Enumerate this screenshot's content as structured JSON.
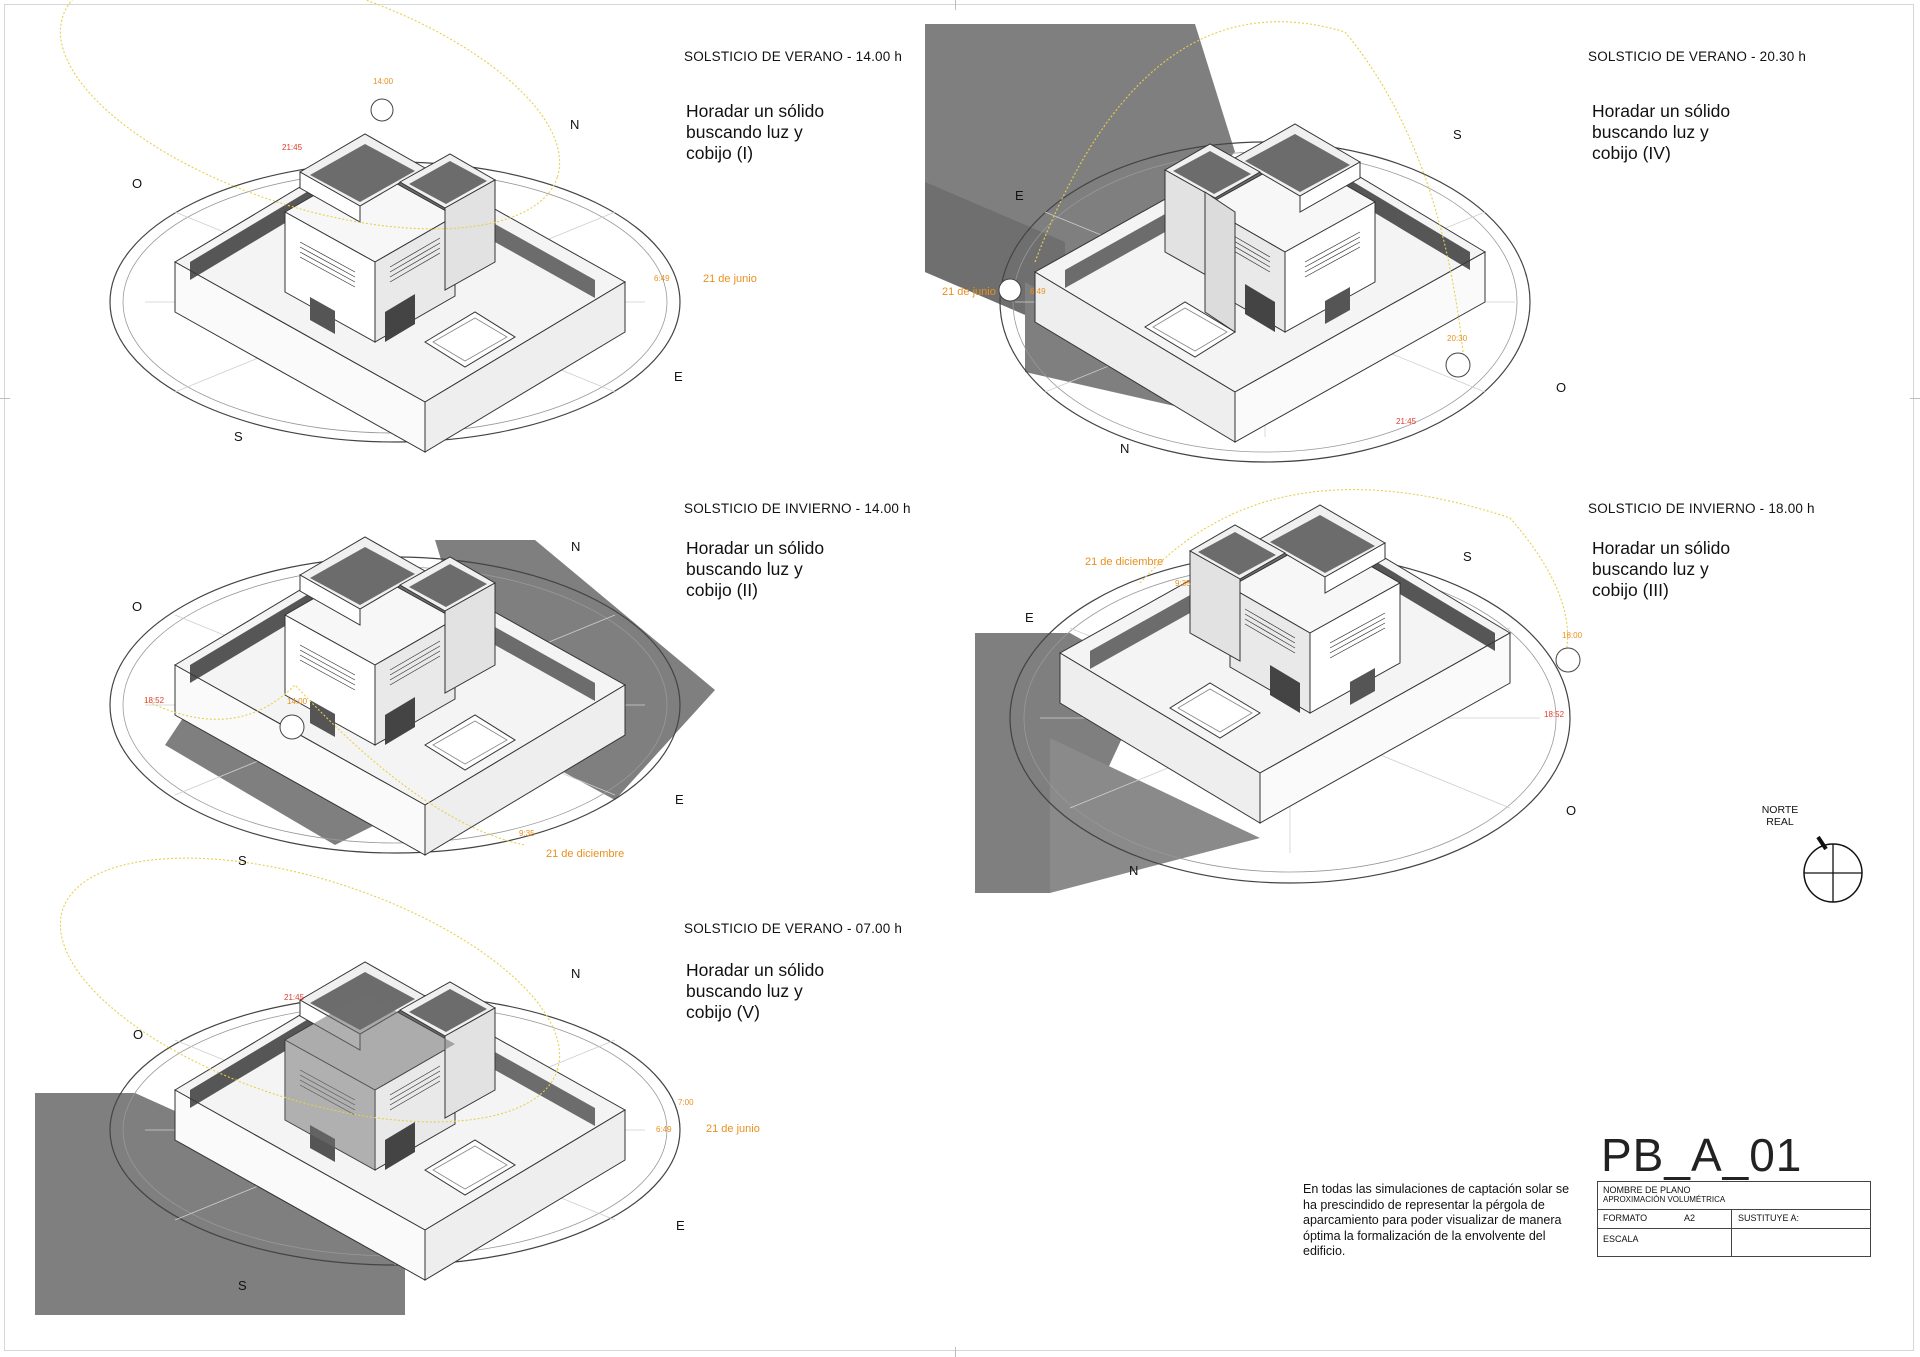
{
  "views": [
    {
      "title": "SOLSTICIO DE VERANO - 14.00 h",
      "caption": [
        "Horadar un sólido",
        "buscando luz y",
        "cobijo (I)"
      ],
      "compass": {
        "n": "N",
        "s": "S",
        "e": "E",
        "o": "O"
      },
      "sun_labels": {
        "hour": "14:00",
        "sunset": "21:45",
        "sunrise": "6:49",
        "date": "21 de junio"
      }
    },
    {
      "title": "SOLSTICIO DE VERANO - 20.30 h",
      "caption": [
        "Horadar un sólido",
        "buscando luz y",
        "cobijo (IV)"
      ],
      "compass": {
        "n": "N",
        "s": "S",
        "e": "E",
        "o": "O"
      },
      "sun_labels": {
        "hour": "20:30",
        "sunset": "21:45",
        "sunrise": "6:49",
        "date": "21 de junio"
      }
    },
    {
      "title": "SOLSTICIO DE INVIERNO - 14.00 h",
      "caption": [
        "Horadar un sólido",
        "buscando luz y",
        "cobijo (II)"
      ],
      "compass": {
        "n": "N",
        "s": "S",
        "e": "E",
        "o": "O"
      },
      "sun_labels": {
        "hour": "14:00",
        "sunset": "18:52",
        "sunrise": "9:35",
        "date": "21 de diciembre"
      }
    },
    {
      "title": "SOLSTICIO DE INVIERNO - 18.00 h",
      "caption": [
        "Horadar un sólido",
        "buscando luz y",
        "cobijo (III)"
      ],
      "compass": {
        "n": "N",
        "s": "S",
        "e": "E",
        "o": "O"
      },
      "sun_labels": {
        "hour": "18:00",
        "sunset": "18:52",
        "sunrise": "9:35",
        "date": "21 de diciembre"
      }
    },
    {
      "title": "SOLSTICIO DE VERANO - 07.00 h",
      "caption": [
        "Horadar un sólido",
        "buscando luz y",
        "cobijo (V)"
      ],
      "compass": {
        "n": "N",
        "s": "S",
        "e": "E",
        "o": "O"
      },
      "sun_labels": {
        "hour": "7:00",
        "sunset": "21:45",
        "sunrise": "6:49",
        "date": "21 de junio"
      }
    }
  ],
  "note": "En todas las simulaciones de captación solar se ha prescindido de representar la pérgola de aparcamiento para poder visualizar de manera óptima la formalización de la envolvente del edificio.",
  "north_label": [
    "NORTE",
    "REAL"
  ],
  "sheet_code": "PB_A_01",
  "title_block": {
    "plan_name_label": "NOMBRE DE PLANO",
    "plan_name_value": "APROXIMACIÓN VOLUMÉTRICA",
    "format_label": "FORMATO",
    "format_value": "A2",
    "replaces_label": "SUSTITUYE A:",
    "scale_label": "ESCALA"
  },
  "colors": {
    "sun_path": "#e8cf4a",
    "date_label": "#e8901e",
    "hour_label": "#e23a2a",
    "shadow": "#7f7f7f"
  }
}
